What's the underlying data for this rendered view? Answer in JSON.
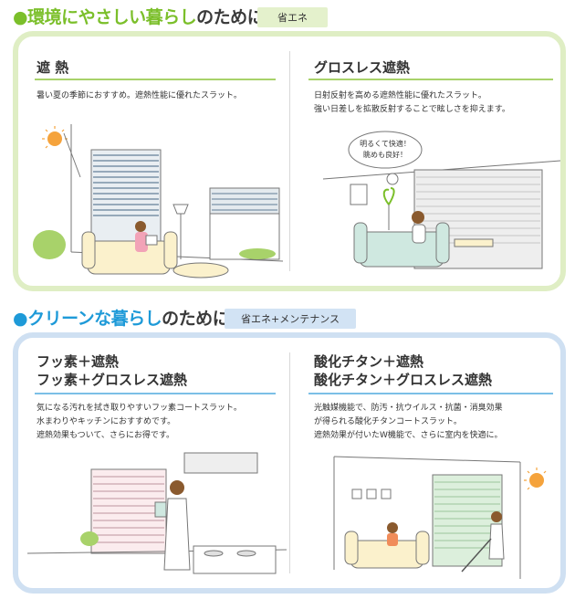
{
  "colors": {
    "green_accent": "#7bbf2a",
    "green_border": "#dfeec4",
    "green_tag": "#e4f1cc",
    "blue_accent": "#1e9ad8",
    "blue_border": "#cfe0f2",
    "blue_tag": "#d2e3f4",
    "rule_green": "#a8d26a",
    "rule_blue": "#7bbfe6"
  },
  "section1": {
    "bullet_title": "●環境にやさしい暮らし",
    "title_rest": "のために",
    "tag": "省エネ",
    "left": {
      "heading": "遮 熱",
      "desc_1": "暑い夏の季節におすすめ。遮熱性能に優れたスラット。"
    },
    "right": {
      "heading": "グロスレス遮熱",
      "desc_1": "日射反射を高める遮熱性能に優れたスラット。",
      "desc_2": "強い日差しを拡散反射することで眩しさを抑えます。",
      "bubble_1": "明るくて快適！",
      "bubble_2": "眺めも良好！"
    }
  },
  "section2": {
    "bullet_title": "●クリーンな暮らし",
    "title_rest": "のために",
    "tag": "省エネ+メンテナンス",
    "left": {
      "heading_1": "フッ素＋遮熱",
      "heading_2": "フッ素＋グロスレス遮熱",
      "desc_1": "気になる汚れを拭き取りやすいフッ素コートスラット。",
      "desc_2": "水まわりやキッチンにおすすめです。",
      "desc_3": "遮熱効果もついて、さらにお得です。"
    },
    "right": {
      "heading_1": "酸化チタン＋遮熱",
      "heading_2": "酸化チタン＋グロスレス遮熱",
      "desc_1": "光触媒機能で、防汚・抗ウイルス・抗菌・消臭効果",
      "desc_2": "が得られる酸化チタンコートスラット。",
      "desc_3": "遮熱効果が付いたW機能で、さらに室内を快適に。"
    }
  }
}
